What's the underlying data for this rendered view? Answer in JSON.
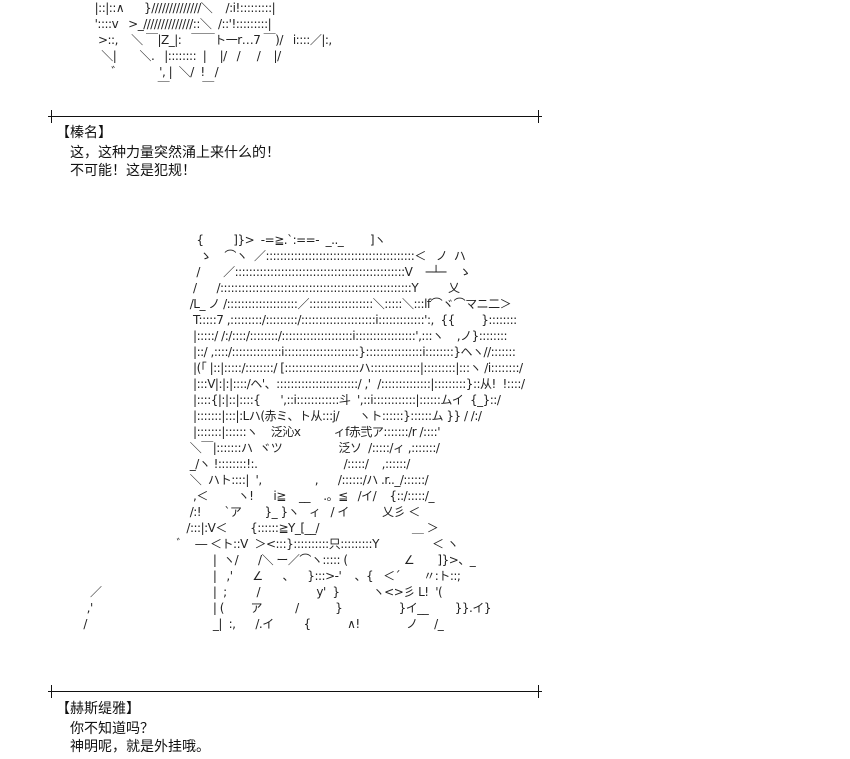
{
  "art": {
    "top": "  |::|::∧      }//////////////＼    /:i!:::::::::|\n  '::::v   >_//////////////::＼  /::'!:::::::::|\n   >::,    ＼ ￣|Z_|:   ￣￣ト一r…7 ￣)/   i::::／|:,\n    ＼|       ＼.   |::::::::  |    |/   /     /    |/\n       ゛           ', |  ＼/  !   /\n                     ￣          ￣",
    "main": "                 {         ]}>  -=≧.`:==-  _.._        ]ヽ\n                  ゝ    ⌒ヽ  ／::::::::::::::::::::::::::::::::::::::::::＜   ノ  ハ\n                 /       ／::::::::::::::::::::::::::::::::::::::::::::::::V    ─┴─    ゝ\n                /      /::::::::::::::::::::::::::::::::::::::::::::::::::::::Y         乂\n               /L_ ノ /::::::::::::::::::::／::::::::::::::::::＼:::::＼:::lf⌒ヾ⌒マニ二＞\n                T:::::7 ,:::::::::/:::::::::/:::::::::::::::::::::i:::::::::::::':,  {{        }::::::::\n                |:::::/ /:/::::/::::::::/::::::::::::::::::::i:::::::::::::::::',:::ヽ    ,ノ}::::::::\n                |::/ ,::::/::::::::::::::i:::::::::::::::::::::}::::::::::::::::i::::::::}ヘヽ//:::::::\n                |(｢ |::|:::::/::::::::/ [:::::::::::::::::::::ハ::::::::::::::|:::::::::|:::ヽ /i::::::::/\n                |:::V|:|:|::::/ヘ'、:::::::::::::::::::::::/ ,'  /::::::::::::::|:::::::::}::从!  !::::/\n                |::::{|:|::|::::{      ',::i::::::::::::斗  ',::i::::::::::::|::::::ムイ  {_}::/\n                |:::::::|:::|:Lハ(赤ミ、ト从:::j/      ヽト::::::}::::::ム }} / /:/\n                |:::::::|::::::ヽ    泛沁x          ィf赤弐ア:::::::/r /::::'\n               ＼￣|:::::::ハ  ヾツ                 泛ソ  /:::::/ィ ,:::::::/\n               _/ヽ !::::::::!:.                          /:::::/    ,::::::/\n               ＼  ハト::::|  ',                ,      /::::::/ハ .r.._/::::::/\n                ,＜         ヽ!      i≧    __    .。≦   /イ/    {::/:::::/_\n               /:!       `ア       }_ }ヽ   ィ   / イ          乂彡 ＜\n              /:::|:V＜       {::::::≧Y_[__/                            ＿ ＞\n           ﾞ    ― ＜ト::V  ＞<:::}::::::::::只:::::::::Y                ＜ ヽ\n                      |  ヽ/      /＼ ー／⌒ヽ::::: (                 ∠       ]}>、_\n                      |   ,'      ∠      、    }:::>-'    、{   ＜´       〃:ト::;\n                      |  ;         /                 y'  }          ヽ<>彡 L!  '(\n                      | (        ア          /           }                 }イ__        }}.イ}\n                      _|  :,      /.イ         {           ∧!              ノ     /_",
    "main_left": "\n\n\n\n\n\n\n\n\n\n\n\n\n\n\n\n\n\n\n\n\n\n   ／\n  ,'\n /"
  },
  "dialogues": [
    {
      "speaker": "【榛名】",
      "lines": [
        "这，这种力量突然涌上来什么的！",
        "不可能！这是犯规！"
      ]
    },
    {
      "speaker": "【赫斯缇雅】",
      "lines": [
        "你不知道吗？",
        "神明呢，就是外挂哦。"
      ]
    }
  ]
}
